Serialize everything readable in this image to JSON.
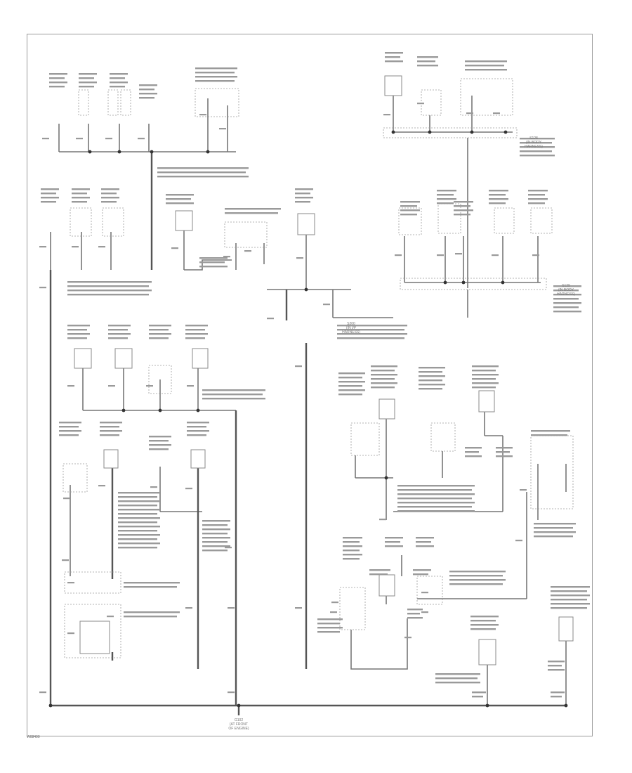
{
  "diagram": {
    "reference_code": "W08400",
    "ground_labels": {
      "main": [
        "G102",
        "(AT FRONT",
        "OF ENGINE)"
      ],
      "splice_tr": [
        "S128",
        "(IN BODY",
        "HARNESS)"
      ],
      "splice_r": [
        "S129",
        "(IN BODY",
        "HARNESS)"
      ],
      "splice_c": [
        "S200",
        "(IN I/P",
        "HARNESS)"
      ]
    }
  }
}
